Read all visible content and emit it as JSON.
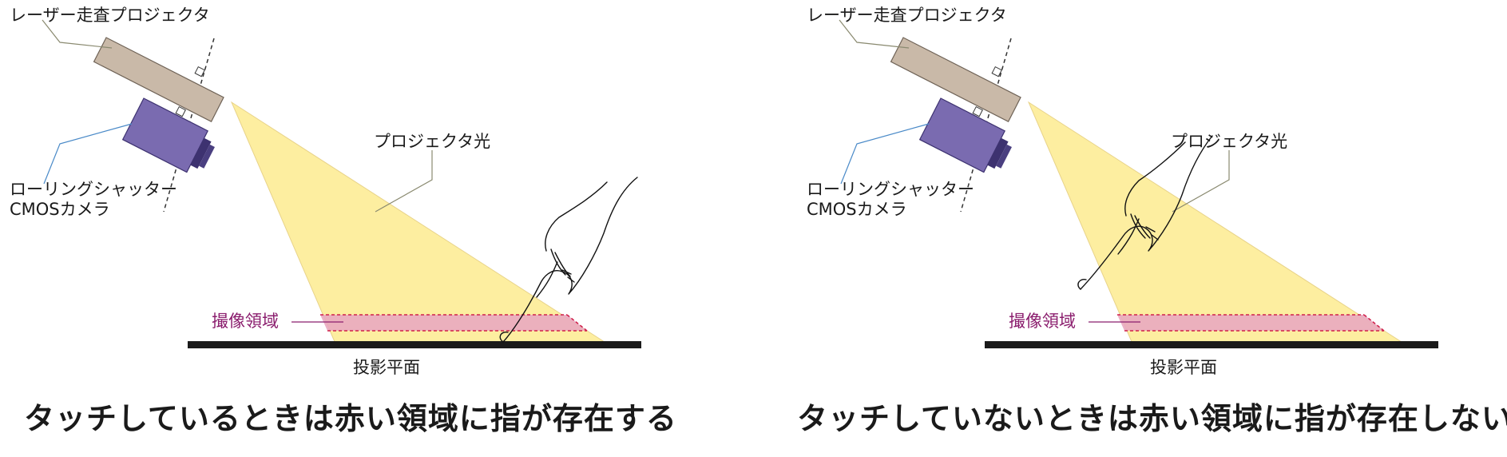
{
  "panels": [
    {
      "projector_label": "レーザー走査プロジェクタ",
      "camera_label_line1": "ローリングシャッター",
      "camera_label_line2": "CMOSカメラ",
      "light_label": "プロジェクタ光",
      "region_label": "撮像領域",
      "plane_label": "投影平面",
      "caption": "タッチしているときは赤い領域に指が存在する",
      "finger_state": "touching"
    },
    {
      "projector_label": "レーザー走査プロジェクタ",
      "camera_label_line1": "ローリングシャッター",
      "camera_label_line2": "CMOSカメラ",
      "light_label": "プロジェクタ光",
      "region_label": "撮像領域",
      "plane_label": "投影平面",
      "caption": "タッチしていないときは赤い領域に指が存在しない",
      "finger_state": "not-touching"
    }
  ],
  "colors": {
    "projector_body": "#c9b9a8",
    "camera_body": "#7a6bb0",
    "light_beam": "#fdeea0",
    "capture_region": "#e9a8c0",
    "capture_region_edge": "#d0204a",
    "region_label_text": "#8b1e6e",
    "plane_bar": "#1a1a1a",
    "leader_gray": "#8a8a70",
    "leader_blue": "#4a8ac8"
  },
  "icons": [
    "projector-icon",
    "camera-icon",
    "hand-pointing-icon"
  ]
}
